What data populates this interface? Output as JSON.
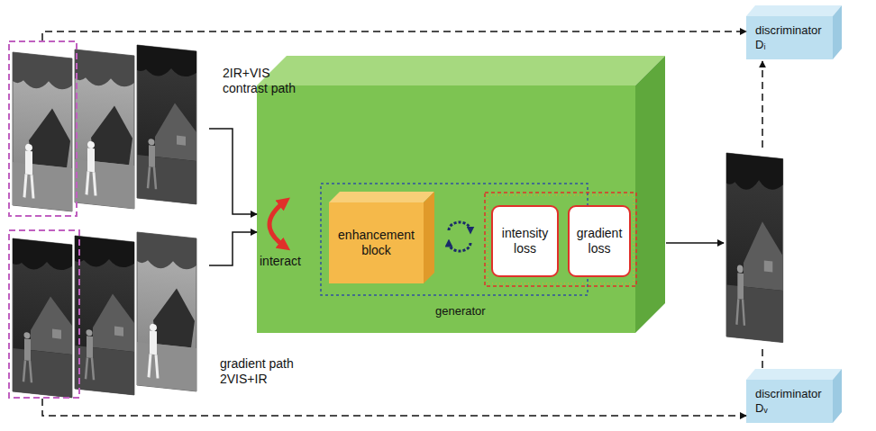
{
  "diagram": {
    "nodes": [
      {
        "text": [
          "2IR+VIS contrast path"
        ]
      },
      {
        "text": [
          "gradient path 2VIS+IR"
        ]
      },
      {
        "text": [
          "generator"
        ]
      },
      {
        "text": [
          "enhancement block"
        ],
        "in": 2
      },
      {
        "text": [
          "intensity loss"
        ],
        "in": 2
      },
      {
        "text": [
          "gradient loss"
        ],
        "in": 2
      },
      {
        "text": [
          "discriminator Dᵢ"
        ]
      },
      {
        "text": [
          "discriminator Dᵥ"
        ]
      }
    ],
    "edges": [
      {
        "from": 0,
        "to": 2,
        "arrow": "to"
      },
      {
        "from": 1,
        "to": 2,
        "arrow": "to"
      },
      {
        "from": 0,
        "to": 6,
        "arrow": "to"
      },
      {
        "from": 1,
        "to": 7,
        "arrow": "to"
      }
    ],
    "labels": [
      "interact"
    ]
  }
}
